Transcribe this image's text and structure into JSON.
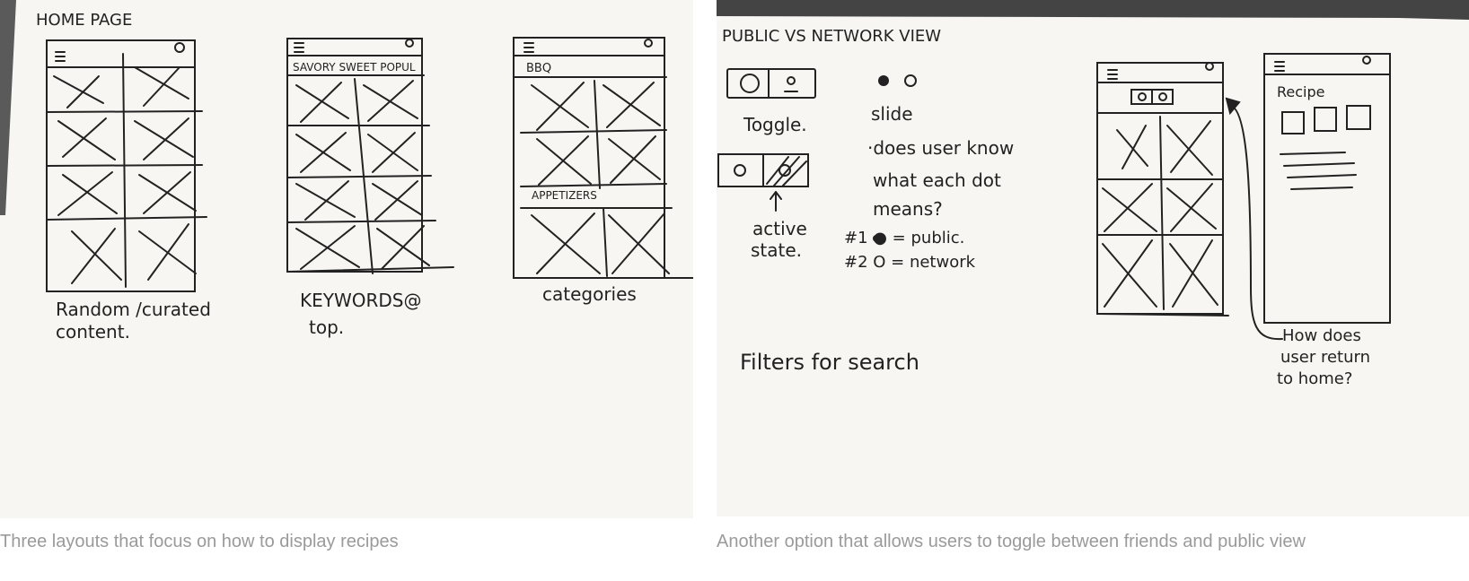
{
  "captions": {
    "left": "Three layouts that focus on how to display recipes",
    "right": "Another option that allows users to toggle between friends and public view"
  },
  "sketch_left": {
    "heading": "HOME PAGE",
    "layout1_note_line1": "Random /curated",
    "layout1_note_line2": "content.",
    "layout2_tabs": "SAVORY SWEET POPUL",
    "layout2_note_line1": "KEYWORDS@",
    "layout2_note_line2": "top.",
    "layout3_section1": "BBQ",
    "layout3_section2": "APPETIZERS",
    "layout3_note": "categories"
  },
  "sketch_right": {
    "heading": "PUBLIC VS NETWORK VIEW",
    "toggle_label": "Toggle.",
    "active_line1": "active",
    "active_line2": "state.",
    "slide_label": "slide",
    "question_line1": "·does user know",
    "question_line2": "what each dot",
    "question_line3": "means?",
    "dot1": "#1 ● = public.",
    "dot2": "#2 O = network",
    "filters": "Filters for search",
    "recipe_label": "Recipe",
    "return_line1": "How does",
    "return_line2": "user return",
    "return_line3": "to home?"
  },
  "colors": {
    "paper": "#f7f6f2",
    "ink": "#222222",
    "caption": "#9a9a9a"
  }
}
